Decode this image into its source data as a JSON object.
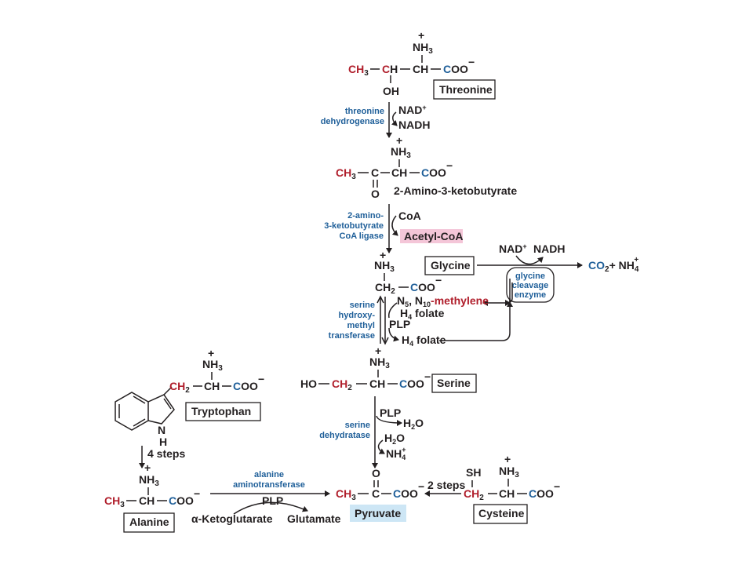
{
  "colors": {
    "ink": "#231f20",
    "red": "#b01e2b",
    "blue": "#1f5f99",
    "acetyl_fill": "#f4c6d8",
    "pyruvate_fill": "#cde6f5"
  },
  "threonine": {
    "nh3": "NH",
    "nh3_sub": "3",
    "ch3": "CH",
    "ch3_sub": "3",
    "ch": "CH",
    "ch2": "CH",
    "coo": "COO",
    "oh": "OH",
    "name": "Threonine"
  },
  "step_threonine": {
    "enzyme_1": "threonine",
    "enzyme_2": "dehydrogenase",
    "nad": "NAD",
    "nadh": "NADH"
  },
  "aminoketobutyrate": {
    "nh3": "NH",
    "ch3": "CH",
    "c": "C",
    "ch": "CH",
    "coo": "COO",
    "o": "O",
    "name": "2-Amino-3-ketobutyrate"
  },
  "step_ligase": {
    "enzyme_1": "2-amino-",
    "enzyme_2": "3-ketobutyrate",
    "enzyme_3": "CoA ligase",
    "coa": "CoA",
    "acetyl": "Acetyl-CoA"
  },
  "glycine": {
    "nh3": "NH",
    "ch2": "CH",
    "coo": "COO",
    "name": "Glycine"
  },
  "cleavage": {
    "nad": "NAD",
    "nadh": "NADH",
    "enzyme_1": "glycine",
    "enzyme_2": "cleavage",
    "enzyme_3": "enzyme",
    "co2": "CO",
    "plus": "+ NH"
  },
  "step_shmt": {
    "enzyme_1": "serine",
    "enzyme_2": "hydroxy-",
    "enzyme_3": "methyl",
    "enzyme_4": "transferase",
    "n5": "N",
    "n5_sub": "5",
    "comma": ", N",
    "n10_sub": "10",
    "methylene": "-methylene",
    "h4folate": "H",
    "h4_sub": "4",
    "folate": " folate",
    "plp": "PLP"
  },
  "serine": {
    "ho": "HO",
    "ch2": "CH",
    "ch": "CH",
    "coo": "COO",
    "nh3": "NH",
    "name": "Serine"
  },
  "step_dehydratase": {
    "enzyme_1": "serine",
    "enzyme_2": "dehydratase",
    "plp": "PLP",
    "h2o_out": "H",
    "h2o_in": "H",
    "nh4": "NH",
    "o": "O"
  },
  "tryptophan": {
    "nh3": "NH",
    "ch2": "CH",
    "ch": "CH",
    "coo": "COO",
    "n": "N",
    "h": "H",
    "name": "Tryptophan",
    "steps": "4 steps"
  },
  "alanine": {
    "nh3": "NH",
    "ch3": "CH",
    "ch": "CH",
    "coo": "COO",
    "name": "Alanine"
  },
  "step_transaminase": {
    "enzyme_1": "alanine",
    "enzyme_2": "aminotransferase",
    "plp": "PLP",
    "akg": "α-Ketoglutarate",
    "glu": "Glutamate"
  },
  "pyruvate": {
    "o": "O",
    "ch3": "CH",
    "c": "C",
    "coo": "COO",
    "name": "Pyruvate"
  },
  "cysteine": {
    "sh": "SH",
    "nh3": "NH",
    "ch2": "CH",
    "ch": "CH",
    "coo": "COO",
    "name": "Cysteine",
    "steps": "2 steps"
  },
  "charges": {
    "plus": "+",
    "minus": "−",
    "two": "2",
    "three": "3",
    "four": "4"
  }
}
